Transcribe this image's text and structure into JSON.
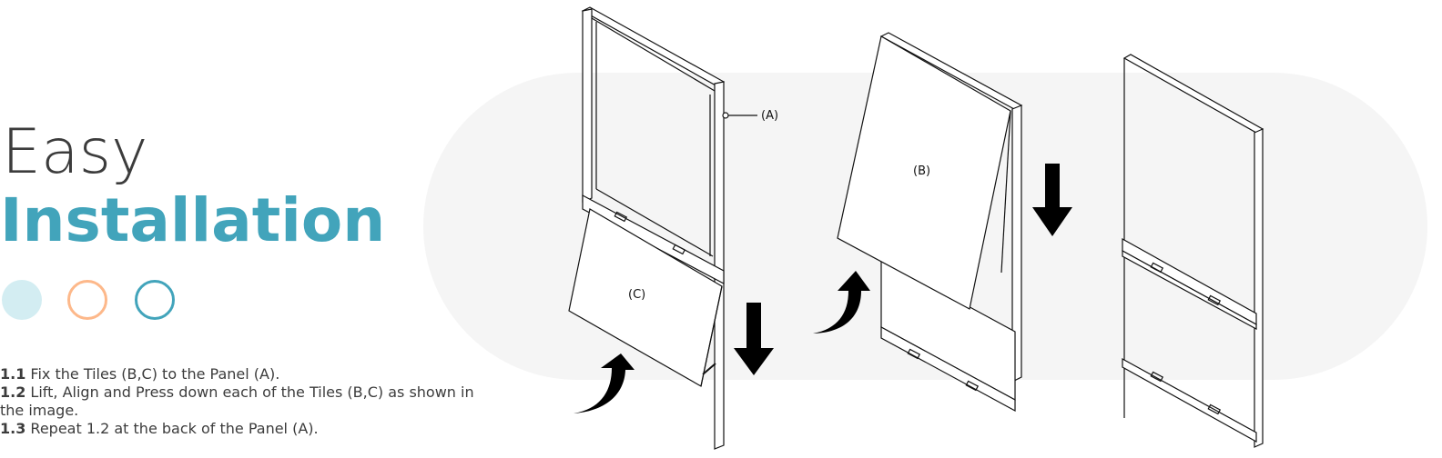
{
  "title": {
    "line1": "Easy",
    "line2": "Installation"
  },
  "colors": {
    "accent": "#42a4bb",
    "light_accent": "#d3edf2",
    "orange": "#fdb88a",
    "background_pill": "#f5f5f5"
  },
  "steps": [
    {
      "num": "1.1",
      "text": " Fix the Tiles (B,C) to the Panel (A)."
    },
    {
      "num": "1.2",
      "text": " Lift, Align and Press down each of the Tiles (B,C) as shown in the image."
    },
    {
      "num": "1.3",
      "text": " Repeat 1.2 at the back of the Panel (A)."
    }
  ],
  "diagram": {
    "label_a": "(A)",
    "label_b": "(B)",
    "label_c": "(C)"
  }
}
